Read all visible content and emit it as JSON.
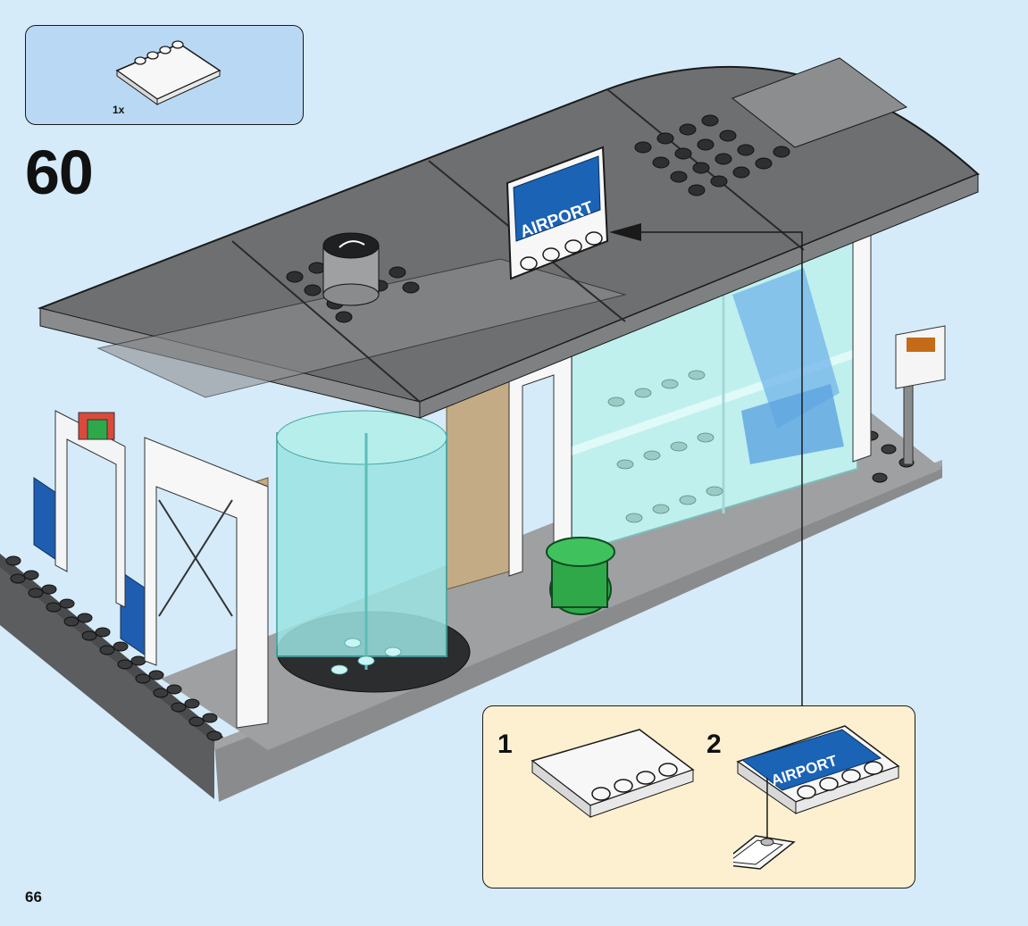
{
  "step": {
    "number": "60",
    "page_number": "66"
  },
  "parts_list": {
    "items": [
      {
        "quantity": "1x",
        "part": "white-tile-4x4-studs-edge"
      }
    ]
  },
  "model": {
    "sign_text": "AIRPORT",
    "sign_color": "#1a63b5"
  },
  "callout": {
    "sub_steps": [
      {
        "number": "1",
        "part": "white-tile-4x4-studs-edge"
      },
      {
        "number": "2",
        "part": "white-tile-with-airport-sticker",
        "sign_text": "AIRPORT"
      }
    ]
  },
  "colors": {
    "background": "#d5ebfa",
    "parts_box": "#b9d8f3",
    "callout_box": "#fdf0d0",
    "roof": "#6e6f70",
    "glass": "#bff0ee"
  }
}
